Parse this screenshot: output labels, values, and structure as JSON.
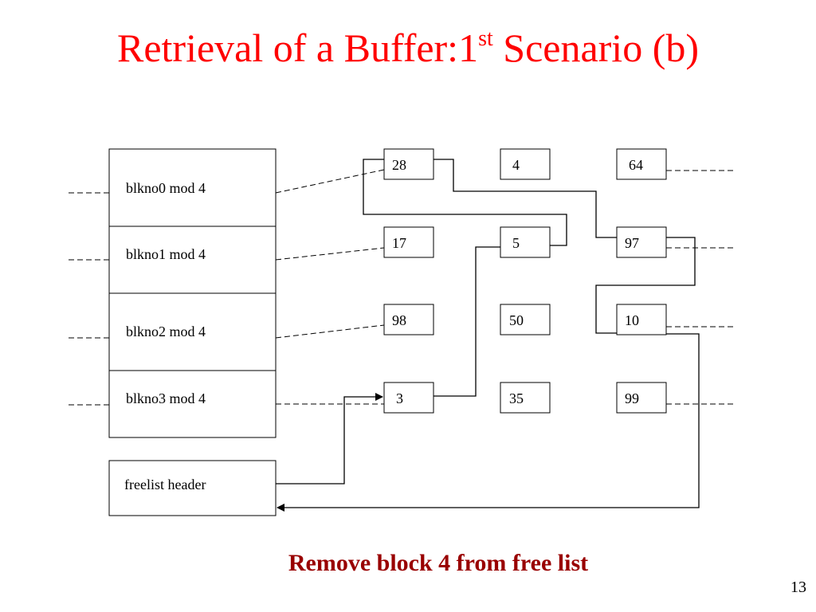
{
  "slide": {
    "title_main": "Retrieval of a Buffer:1",
    "title_sup": "st",
    "title_tail": " Scenario (b)",
    "caption": "Remove block 4 from free list",
    "page_number": "13"
  },
  "hash_queues": [
    {
      "label": "blkno0 mod 4",
      "buffers": [
        "28",
        "4",
        "64"
      ]
    },
    {
      "label": "blkno1 mod 4",
      "buffers": [
        "17",
        "5",
        "97"
      ]
    },
    {
      "label": "blkno2 mod 4",
      "buffers": [
        "98",
        "50",
        "10"
      ]
    },
    {
      "label": "blkno3 mod 4",
      "buffers": [
        "3",
        "35",
        "99"
      ]
    }
  ],
  "freelist": {
    "label": "freelist header"
  },
  "colors": {
    "title": "#ff0000",
    "caption": "#990000",
    "line": "#000000"
  }
}
